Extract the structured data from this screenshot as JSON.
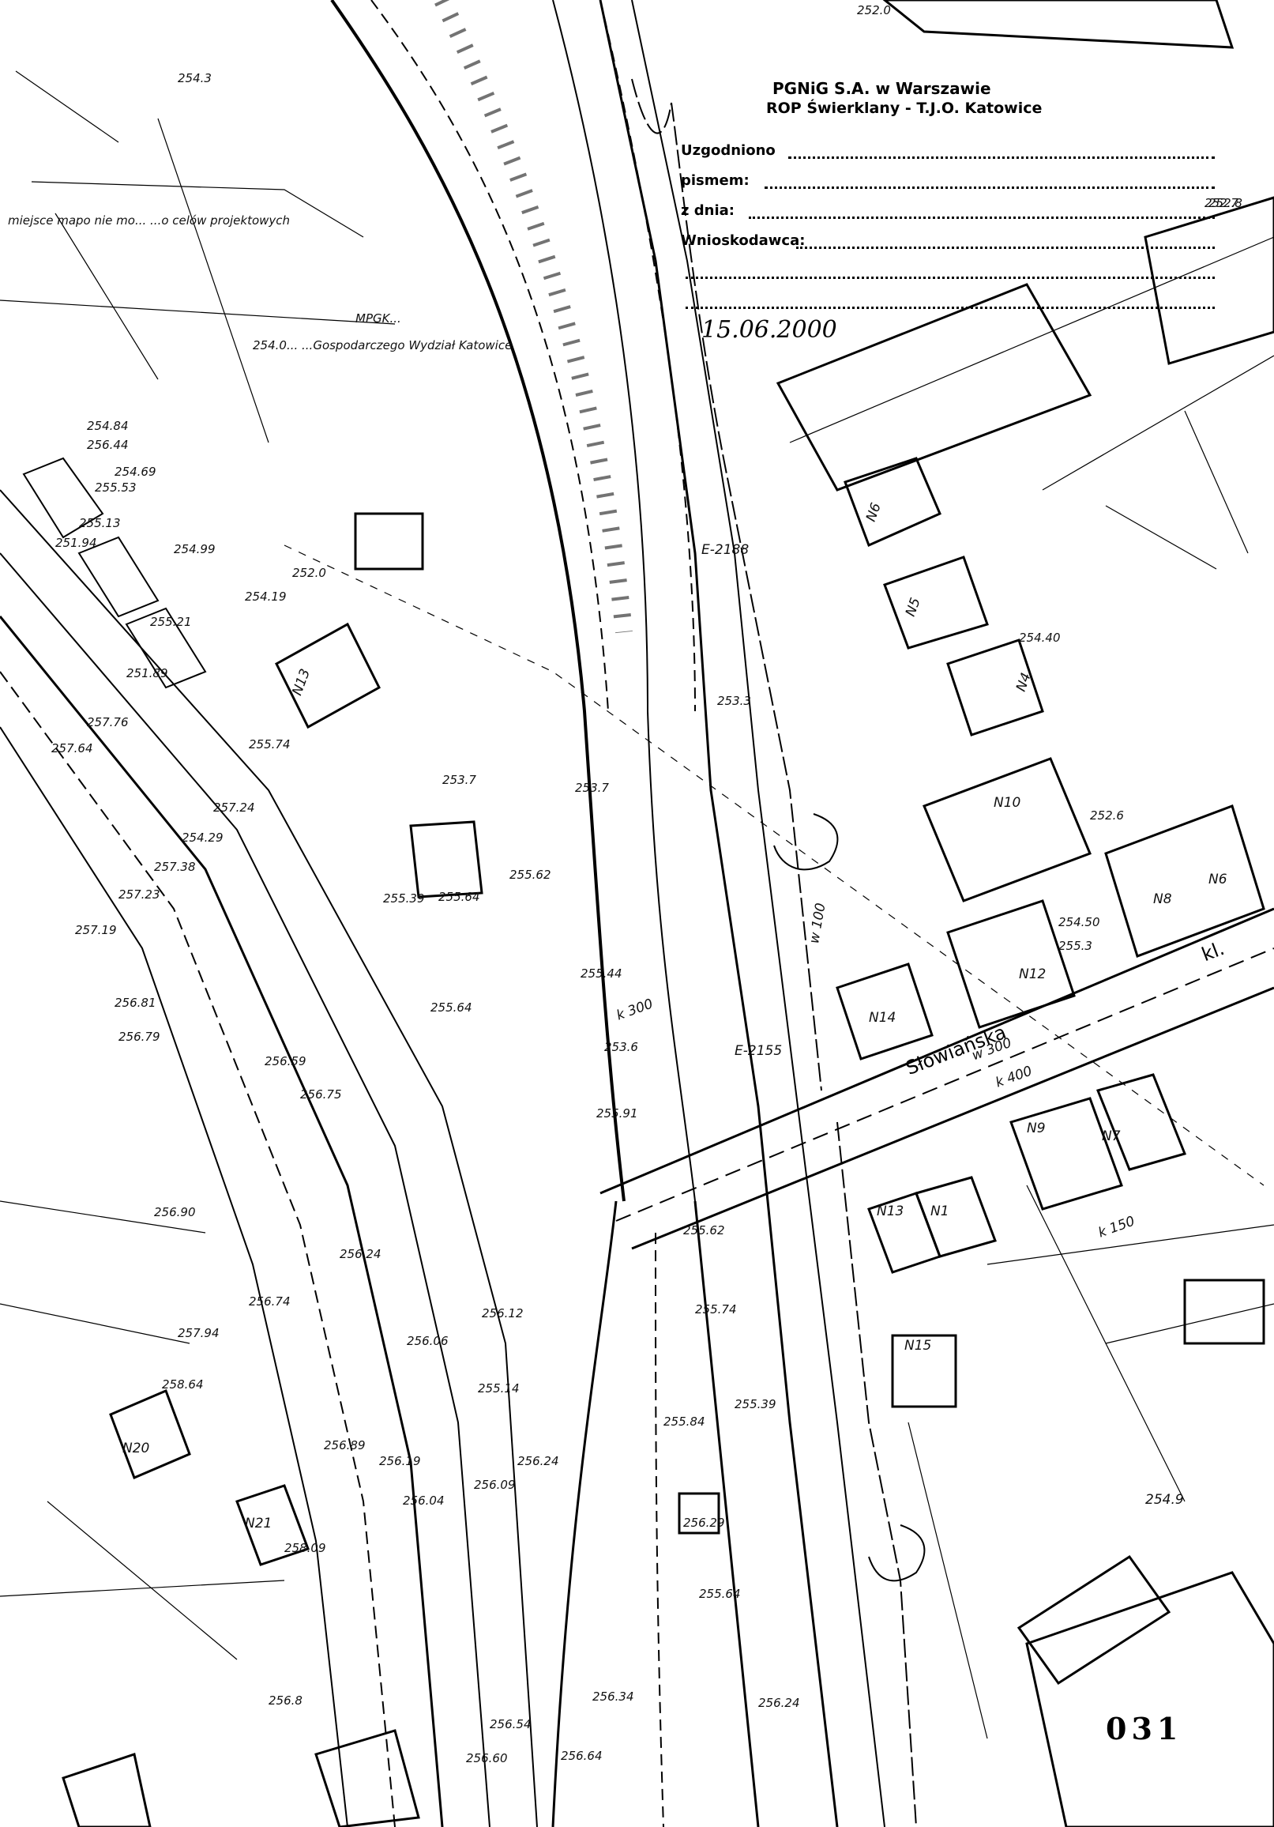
{
  "stamp": {
    "org_line1": "PGNiG S.A. w Warszawie",
    "org_line2": "ROP Świerklany - T.J.O. Katowice",
    "row1_label": "Uzgodniono",
    "row2_label": "pismem:",
    "row3_label": "z dnia:",
    "row4_label": "Wnioskodawca:",
    "date_written": "15.06.2000"
  },
  "street": {
    "name": "Słowiańska",
    "suffix": "kl."
  },
  "sheet_number": "031",
  "header_notes": {
    "note1": "miejsce mapo nie mo... ...o celów projektowych",
    "note2": "MPGK...",
    "note3": "254.0... ...Gospodarczego Wydział Katowice"
  },
  "buildings": [
    {
      "code": "N1"
    },
    {
      "code": "N4"
    },
    {
      "code": "N5"
    },
    {
      "code": "N6"
    },
    {
      "code": "N6"
    },
    {
      "code": "N7"
    },
    {
      "code": "N8"
    },
    {
      "code": "N9"
    },
    {
      "code": "N10"
    },
    {
      "code": "N12"
    },
    {
      "code": "N13"
    },
    {
      "code": "N13"
    },
    {
      "code": "N14"
    },
    {
      "code": "N15"
    },
    {
      "code": "N20"
    },
    {
      "code": "N21"
    }
  ],
  "elevations": [
    "254.84",
    "256.44",
    "254.69",
    "255.53",
    "255.13",
    "251.94",
    "254.99",
    "254.19",
    "252.0",
    "255.21",
    "251.89",
    "257.76",
    "257.64",
    "255.74",
    "257.24",
    "254.29",
    "257.38",
    "257.23",
    "257.19",
    "256.81",
    "256.79",
    "256.59",
    "256.75",
    "256.90",
    "256.24",
    "256.74",
    "257.94",
    "258.64",
    "256.89",
    "256.19",
    "256.04",
    "256.09",
    "256.24",
    "256.12",
    "256.06",
    "255.14",
    "255.64",
    "255.39",
    "255.64",
    "255.62",
    "255.44",
    "253.7",
    "253.7",
    "253.6",
    "255.91",
    "255.62",
    "255.74",
    "255.39",
    "255.84",
    "256.29",
    "255.64",
    "256.24",
    "256.54",
    "256.64",
    "256.34",
    "254.40",
    "254.9",
    "254.50",
    "255.3",
    "252.8",
    "254.3",
    "252.0",
    "252.7",
    "252.6",
    "253.3",
    "258.09",
    "256.8",
    "256.60"
  ],
  "pipes": {
    "p1": "k 300",
    "p2": "w 300",
    "p3": "k 400",
    "p4": "k 150",
    "p5": "w 100",
    "p6": "E-2188",
    "p7": "E-2155"
  }
}
